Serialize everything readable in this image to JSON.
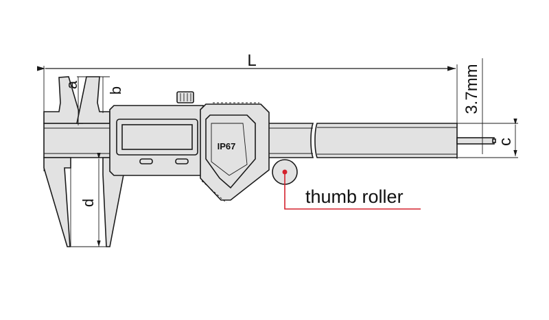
{
  "title": "Digital caliper dimension diagram",
  "labels": {
    "length": "L",
    "outside_jaw_a": "a",
    "inside_jaw_b": "b",
    "jaw_depth_d": "d",
    "depth_rod_c": "c",
    "depth_rod_width": "3.7mm",
    "ip_rating": "IP67",
    "callout": "thumb roller"
  },
  "colors": {
    "callout_line": "#d4202c",
    "body_fill": "#e2e2e2",
    "outline": "#1a1a1a"
  }
}
